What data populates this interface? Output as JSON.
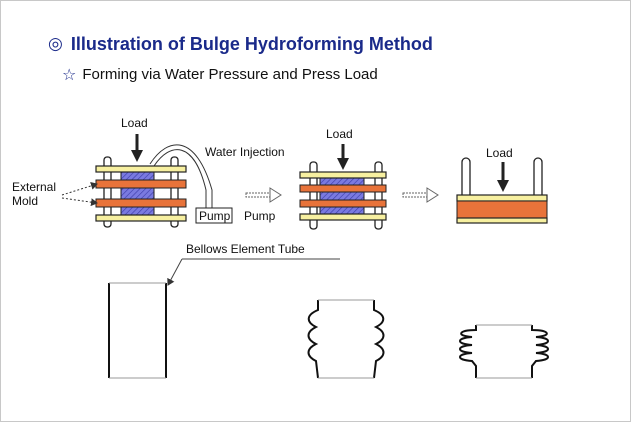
{
  "title": {
    "marker": "◎",
    "text": "Illustration of Bulge Hydroforming Method"
  },
  "subtitle": {
    "marker": "☆",
    "text": "Forming via Water Pressure and Press Load"
  },
  "labels": {
    "load_1": "Load",
    "load_2": "Load",
    "load_3": "Load",
    "water_injection": "Water Injection",
    "external_mold_line1": "External",
    "external_mold_line2": "Mold",
    "pump_box": "Pump",
    "pump": "Pump",
    "bellows_tube": "Bellows Element Tube"
  },
  "colors": {
    "title": "#1a2a8a",
    "plate_yellow": "#f7f0a0",
    "mold_red": "#e8733a",
    "tube_blue": "#6a6ad6",
    "outline": "#222222"
  }
}
